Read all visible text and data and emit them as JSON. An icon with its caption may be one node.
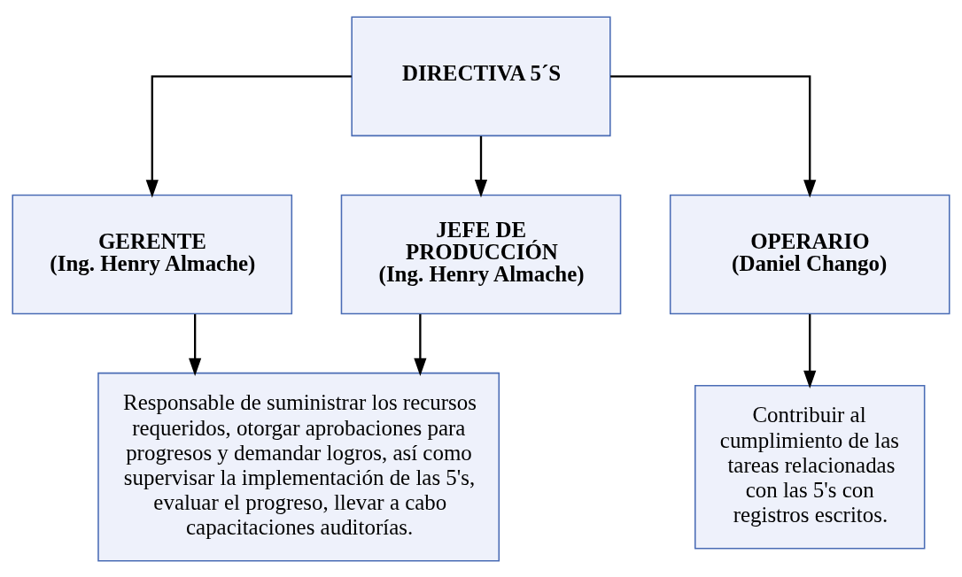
{
  "diagram": {
    "nodes": [
      {
        "text": [
          "DIRECTIVA 5´S"
        ]
      },
      {
        "text": [
          "GERENTE",
          "(Ing. Henry Almache)"
        ]
      },
      {
        "text": [
          "JEFE DE PRODUCCIÓN",
          "(Ing. Henry Almache)"
        ]
      },
      {
        "text": [
          "OPERARIO",
          "(Daniel Chango)"
        ]
      },
      {
        "text": [
          "Responsable de suministrar los recursos requeridos, otorgar aprobaciones para progresos y demandar logros, así como supervisar la implementación de las 5's, evaluar el progreso, llevar a cabo capacitaciones auditorías."
        ]
      },
      {
        "text": [
          "Contribuir al cumplimiento de las tareas relacionadas con las 5's con registros escritos."
        ]
      }
    ],
    "edges": [
      {
        "from": 0,
        "to": 1,
        "arrow": "to"
      },
      {
        "from": 0,
        "to": 2,
        "arrow": "to"
      },
      {
        "from": 0,
        "to": 3,
        "arrow": "to"
      },
      {
        "from": 1,
        "to": 4,
        "arrow": "to"
      },
      {
        "from": 2,
        "to": 4,
        "arrow": "to"
      },
      {
        "from": 3,
        "to": 5,
        "arrow": "to"
      }
    ]
  }
}
